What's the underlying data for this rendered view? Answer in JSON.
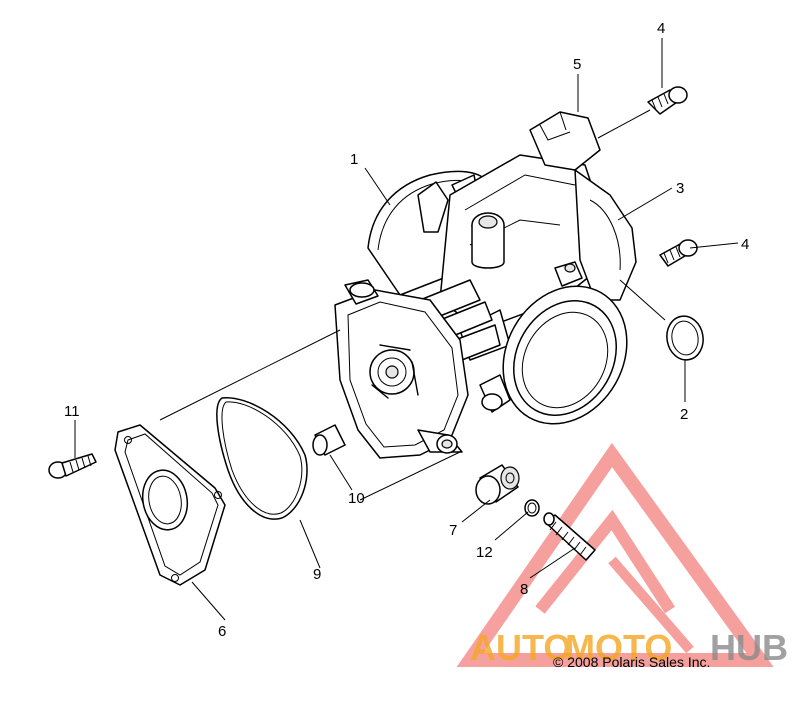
{
  "callouts": [
    {
      "id": "1",
      "text": "1"
    },
    {
      "id": "2",
      "text": "2"
    },
    {
      "id": "3",
      "text": "3"
    },
    {
      "id": "4a",
      "text": "4"
    },
    {
      "id": "4b",
      "text": "4"
    },
    {
      "id": "5",
      "text": "5"
    },
    {
      "id": "6",
      "text": "6"
    },
    {
      "id": "7",
      "text": "7"
    },
    {
      "id": "8",
      "text": "8"
    },
    {
      "id": "9",
      "text": "9"
    },
    {
      "id": "10",
      "text": "10"
    },
    {
      "id": "11",
      "text": "11"
    },
    {
      "id": "12",
      "text": "12"
    }
  ],
  "copyright": "© 2008 Polaris Sales Inc.",
  "watermark": {
    "word_a": "AUTO",
    "word_b": "MOTO",
    "word_c": "HUB",
    "color_red": "#e53935",
    "color_orange": "#f5a623",
    "color_gray": "#8a8a8a"
  }
}
